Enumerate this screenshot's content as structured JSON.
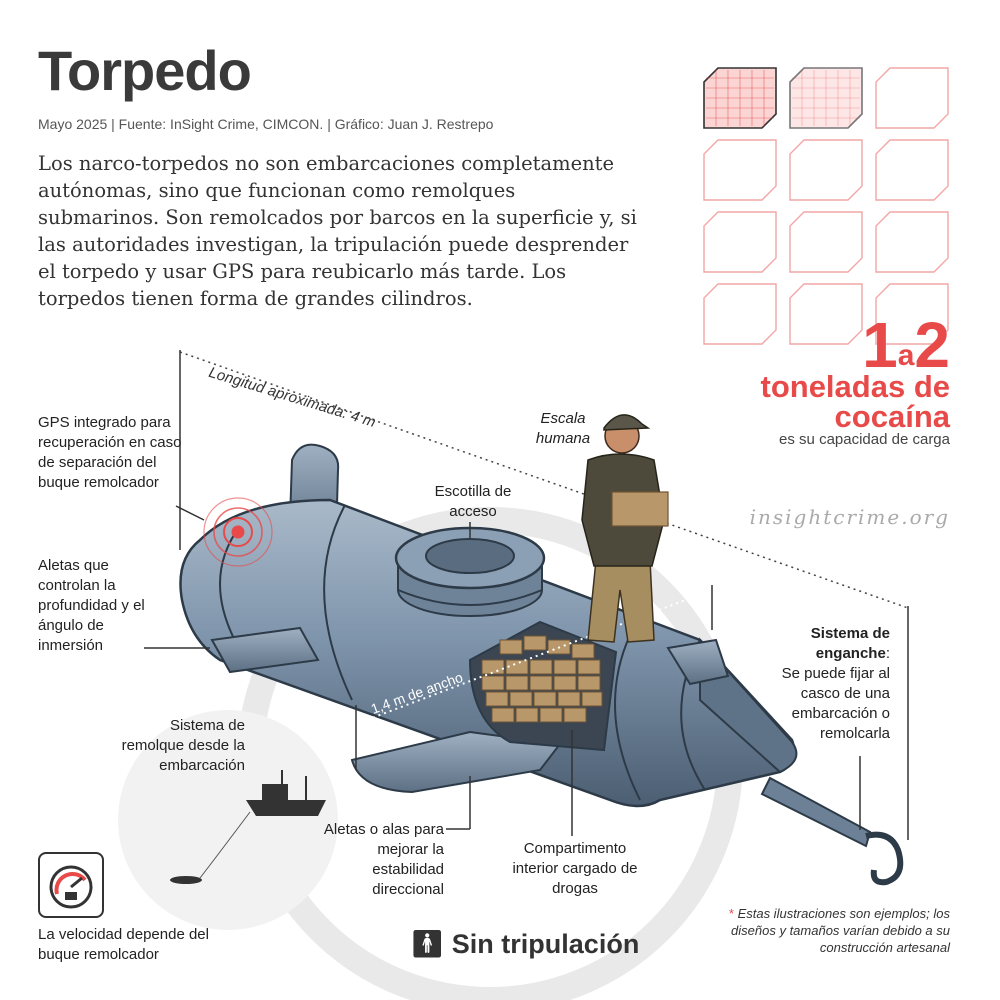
{
  "header": {
    "title": "Torpedo",
    "meta": "Mayo 2025 | Fuente: InSight Crime, CIMCON. | Gráfico: Juan J. Restrepo",
    "intro": "Los narco-torpedos no son embarcaciones completamente autónomas, sino que funcionan como remolques submarinos. Son remolcados por barcos en la superficie y, si las autoridades investigan, la tripulación puede desprender el torpedo y usar GPS para reubicarlo más tarde. Los torpedos tienen forma de grandes cilindros."
  },
  "capacity": {
    "from": "1",
    "a": "a",
    "to": "2",
    "unit": "toneladas de cocaína",
    "desc": "es su capacidad de carga",
    "filled_cubes": 2,
    "total_cubes": 12
  },
  "watermark": "insightcrime.org",
  "labels": {
    "length": "Longitud aproximada: 4 m",
    "width": "1,4 m de ancho",
    "gps": "GPS integrado para recuperación en caso de separación del buque remolcador",
    "fins": "Aletas que controlan la profundidad y el ángulo de inmersión",
    "tow": "Sistema de remolque desde la embarcación",
    "hatch": "Escotilla de acceso",
    "scale": "Escala humana",
    "hitch_title": "Sistema de enganche",
    "hitch_body": "Se puede fijar al casco de una embarcación o remolcarla",
    "wings": "Aletas o alas para mejorar la estabilidad direccional",
    "compartment": "Compartimento interior cargado de drogas",
    "speed": "La velocidad depende del buque remolcador",
    "crew": "Sin tripulación",
    "note_star": "*",
    "note": "Estas ilustraciones son ejemplos; los diseños y tamaños varían debido a su construcción artesanal"
  },
  "colors": {
    "accent": "#e84a4a",
    "hull": "#7f95ac",
    "cargo": "#b8976a",
    "khaki": "#a68e61"
  }
}
